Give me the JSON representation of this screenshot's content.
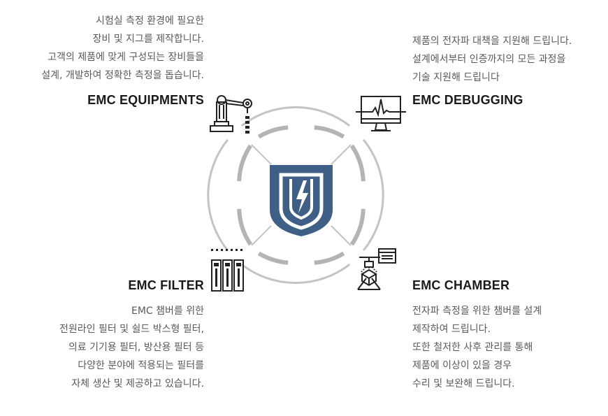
{
  "equipments": {
    "title": "EMC EQUIPMENTS",
    "lines": [
      "시험실 측정 환경에 필요한",
      "장비 및 지그를 제작합니다.",
      "고객의 제품에 맞게 구성되는 장비들을",
      "설계, 개발하여 정확한 측정을 돕습니다."
    ],
    "icon": "robot-arm-icon"
  },
  "debugging": {
    "title": "EMC DEBUGGING",
    "lines": [
      "제품의 전자파 대책을 지원해 드립니다.",
      "설계에서부터 인증까지의 모든 과정을",
      "기술 지원해 드립니다"
    ],
    "icon": "monitor-waveform-icon"
  },
  "filter": {
    "title": "EMC FILTER",
    "lines": [
      "EMC 챔버를 위한",
      "전원라인 필터 및 쉴드 박스형 필터,",
      "의료 기기용 필터, 방산용 필터 등",
      "다양한 분야에 적용되는 필터를",
      "자체 생산 및 제공하고 있습니다."
    ],
    "icon": "filter-modules-icon"
  },
  "chamber": {
    "title": "EMC CHAMBER",
    "lines": [
      "전자파 측정을 위한 챔버를 설계",
      "제작하여 드립니다.",
      "또한 철저한 사후 관리를 통해",
      "제품에 이상이 있을 경우",
      "수리 및 보완해 드립니다."
    ],
    "icon": "chamber-antenna-icon"
  },
  "center": {
    "icon": "shield-lightning-icon"
  },
  "colors": {
    "shield": "#3f5f86",
    "ring": "#b9b9b9",
    "icon": "#222222",
    "text": "#5a5a5a"
  }
}
